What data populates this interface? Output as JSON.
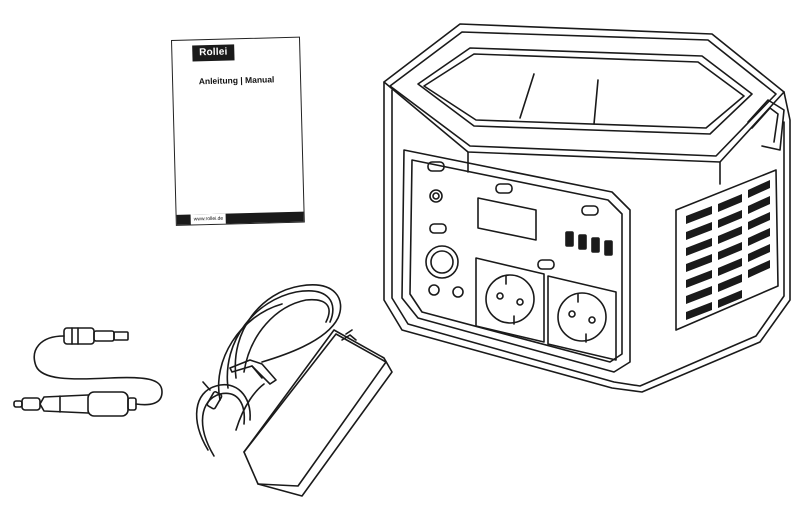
{
  "manual": {
    "brand": "Rollei",
    "title": "Anleitung | Manual",
    "url": "www.rollei.de"
  },
  "items": [
    {
      "name": "manual-booklet"
    },
    {
      "name": "car-charger-cable"
    },
    {
      "name": "ac-power-adapter"
    },
    {
      "name": "portable-power-station"
    }
  ]
}
